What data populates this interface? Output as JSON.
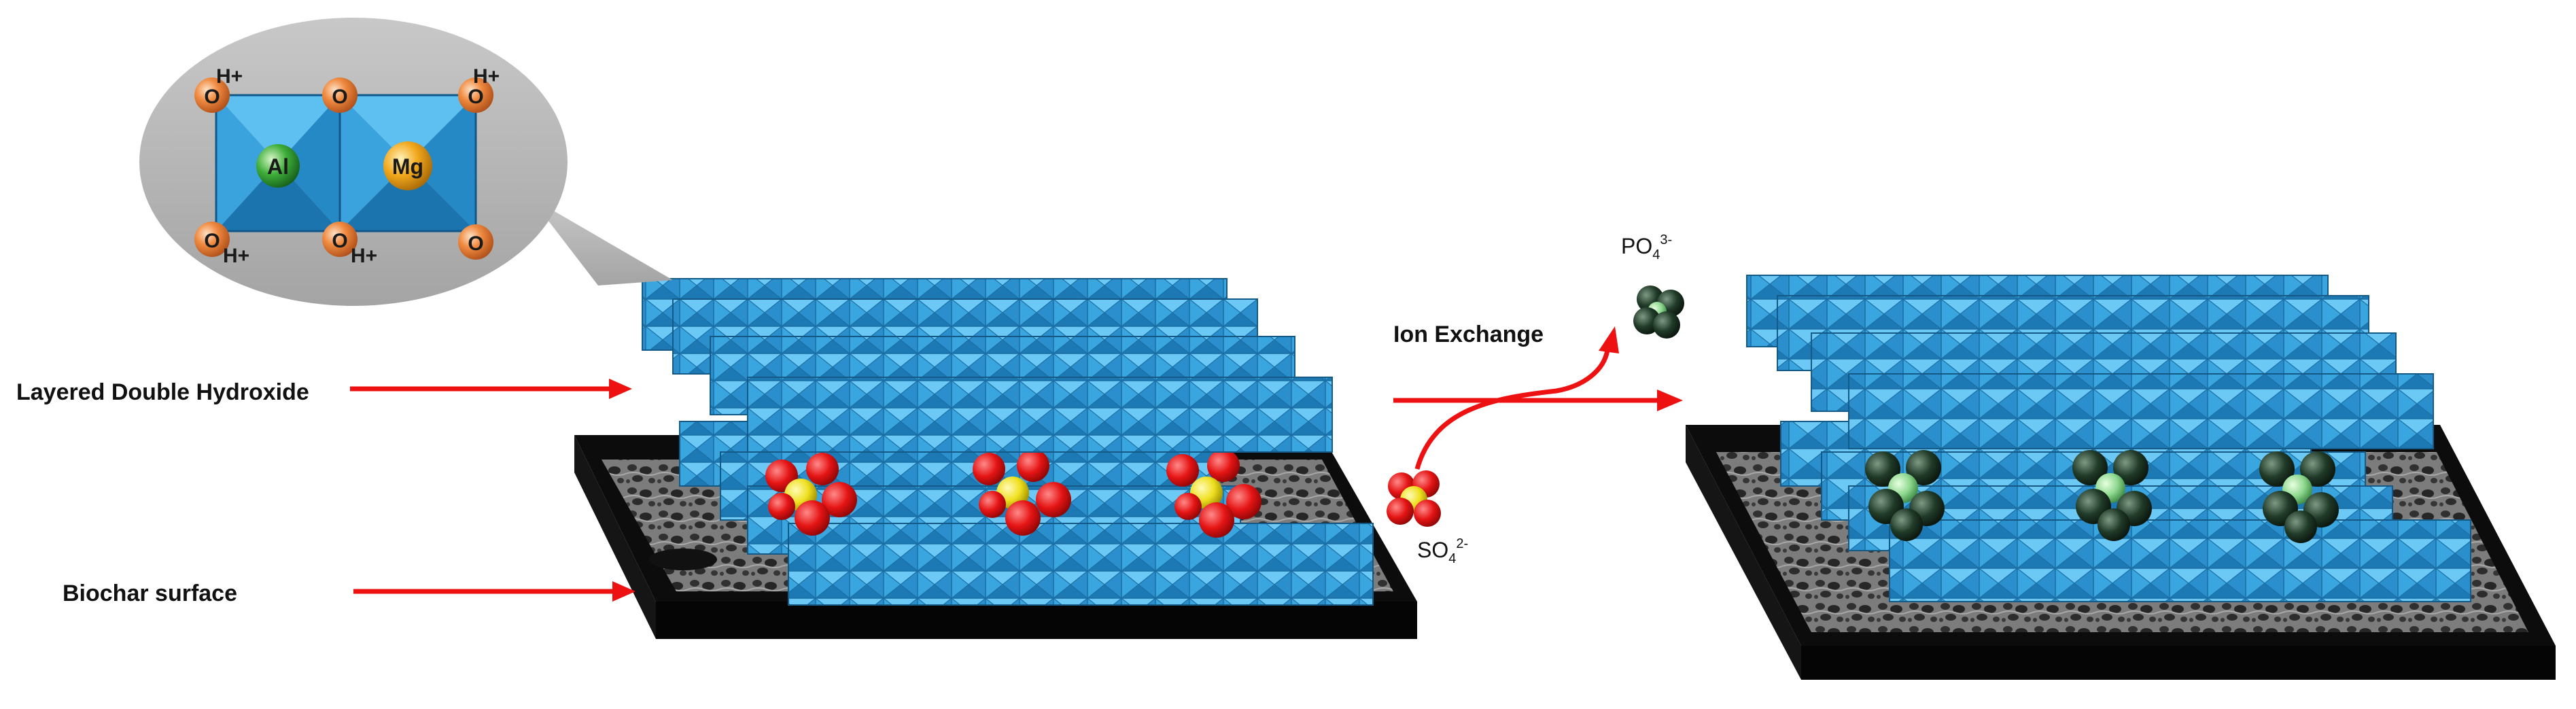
{
  "labels": {
    "ldh": "Layered Double Hydroxide",
    "biochar": "Biochar surface",
    "ion_exchange": "Ion Exchange"
  },
  "inset": {
    "oxygen": "O",
    "hydrogen": "H+",
    "aluminum": "Al",
    "magnesium": "Mg"
  },
  "ions": {
    "phosphate": {
      "base": "PO",
      "sub": "4",
      "sup": "3-"
    },
    "sulfate": {
      "base": "SO",
      "sub": "4",
      "sup": "2-"
    }
  },
  "colors": {
    "octahedron_light": "#4fb8ee",
    "octahedron_dark": "#1f7fb8",
    "biochar": "#0c0c0c",
    "arrow": "#ee1111",
    "sulfate_sulfur": "#f0e020",
    "sulfate_oxygen": "#e81010",
    "phosphate": "#1f3a26",
    "bubble": "#b8b8b8"
  }
}
